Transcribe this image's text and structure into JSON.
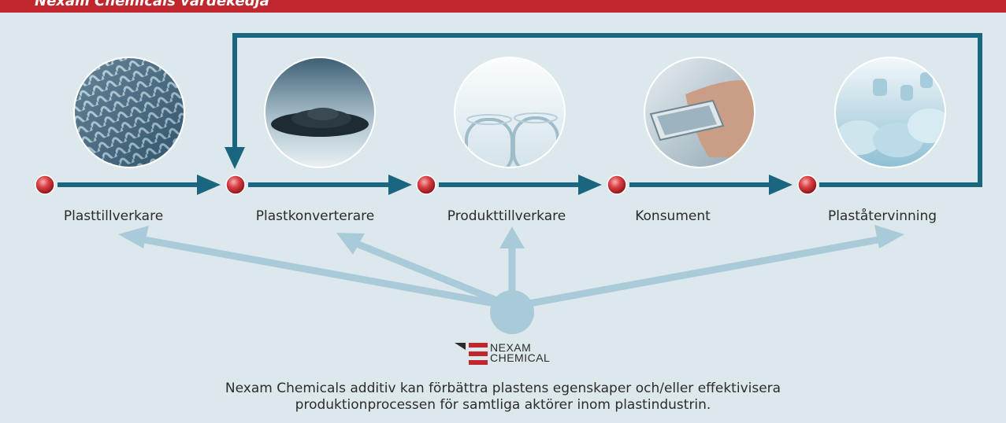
{
  "header": {
    "title": "Nexam Chemicals värdekedja"
  },
  "colors": {
    "header_red": "#c0272d",
    "background": "#dde8ec",
    "main_arrow": "#1a6680",
    "support_arrow": "#a9cbd9",
    "node_red": "#c22a2f"
  },
  "stages": [
    {
      "label": "Plasttillverkare",
      "image": "wavy-surface-photo"
    },
    {
      "label": "Plastkonverterare",
      "image": "plastic-pellets-photo"
    },
    {
      "label": "Produkttillverkare",
      "image": "test-tubes-photo"
    },
    {
      "label": "Konsument",
      "image": "smartphone-hand-photo"
    },
    {
      "label": "Plaståtervinning",
      "image": "plastic-bottles-photo"
    }
  ],
  "logo": {
    "line1": "NEXAM",
    "line2": "CHEMICAL"
  },
  "caption": {
    "line1": "Nexam Chemicals additiv kan förbättra plastens egenskaper och/eller effektivisera",
    "line2": "produktionprocessen för samtliga aktörer inom plastindustrin."
  }
}
